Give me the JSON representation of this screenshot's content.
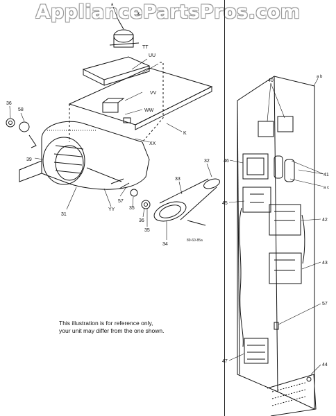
{
  "watermark": "AppliancePartsPros.com",
  "note": {
    "line1": "This illustration is for reference only,",
    "line2": "your unit may differ from the one shown."
  },
  "drawing_ref": "89-60-85a",
  "labels": {
    "a_top": "a",
    "n3": "3",
    "TT": "TT",
    "UU": "UU",
    "VV": "VV",
    "WW": "WW",
    "XX": "XX",
    "K": "K",
    "n36": "36",
    "n58": "58",
    "n39": "39",
    "n31": "31",
    "YY": "YY",
    "n57a": "57",
    "n35a": "35",
    "n36b": "36",
    "n35b": "35",
    "n34": "34",
    "n33": "33",
    "n32": "32",
    "ab": "a b",
    "n40": "40",
    "n46": "46",
    "n41": "41",
    "ac": "a c",
    "n45": "45",
    "n42": "42",
    "n43": "43",
    "n57b": "57",
    "n47": "47",
    "n44": "44"
  }
}
